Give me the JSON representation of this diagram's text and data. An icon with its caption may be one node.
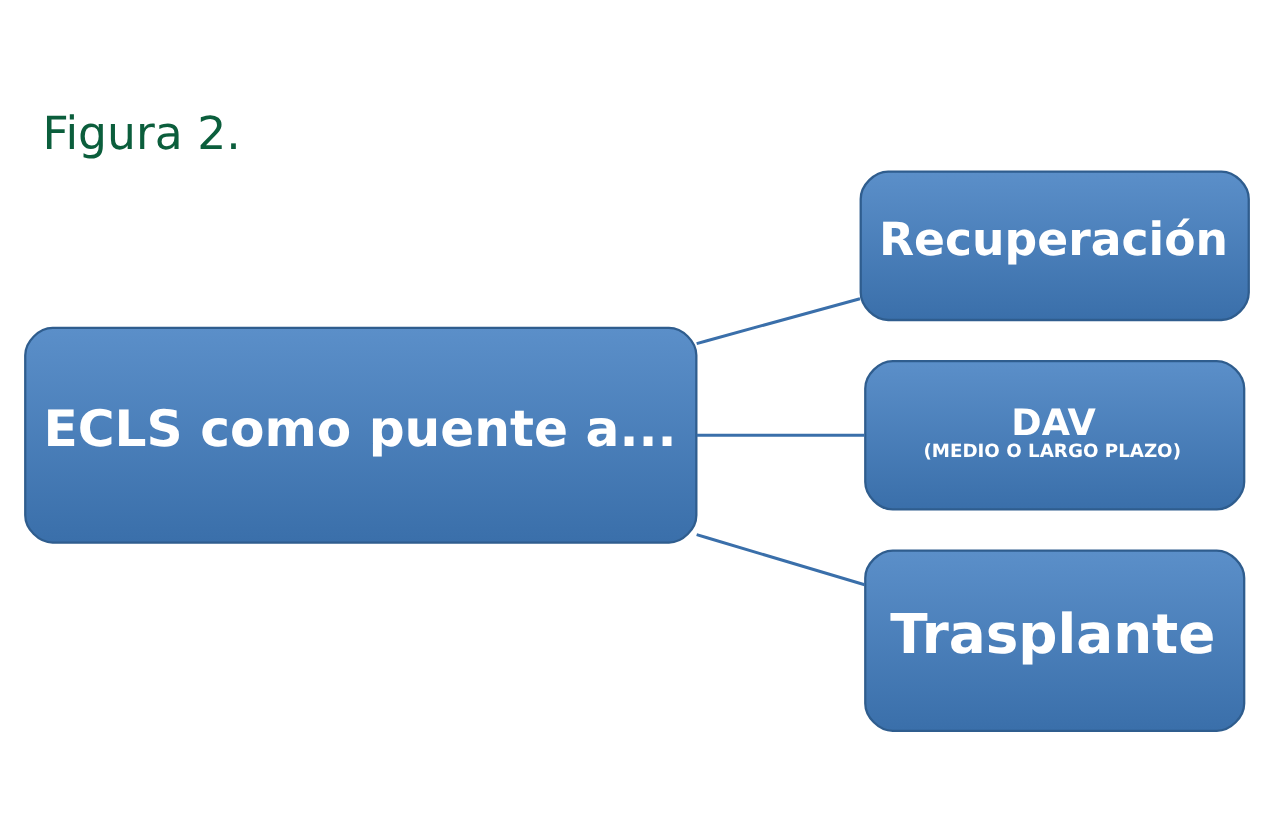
{
  "diagram": {
    "title": "Figura 2.",
    "nodes": [
      {
        "text": [
          "ECLS como puente a..."
        ]
      },
      {
        "text": [
          "Recuperación"
        ]
      },
      {
        "text": [
          "DAV",
          "(MEDIO O LARGO PLAZO)"
        ]
      },
      {
        "text": [
          "Trasplante"
        ]
      }
    ],
    "edges": [
      {
        "from": 0,
        "to": 1,
        "arrow": "none"
      },
      {
        "from": 0,
        "to": 2,
        "arrow": "none"
      },
      {
        "from": 0,
        "to": 3,
        "arrow": "none"
      }
    ]
  }
}
